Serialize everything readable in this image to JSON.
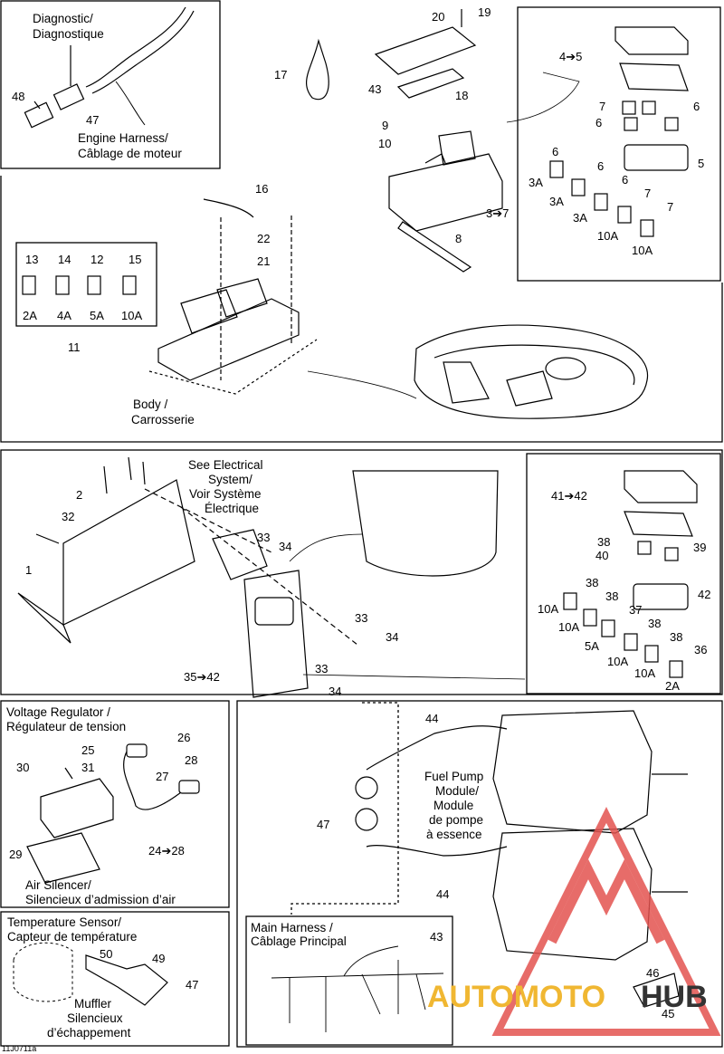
{
  "figure_code": "11J0711a",
  "watermark": {
    "left": "AUTOMOTO",
    "right": "HUB",
    "color_main": "#e3524f",
    "color_accent": "#f0b732"
  },
  "inset_diagnostic": {
    "title_line1": "Diagnostic/",
    "title_line2": "Diagnostique",
    "harness_line1": "Engine Harness/",
    "harness_line2": "Câblage de moteur",
    "part_48": "48",
    "part_47": "47"
  },
  "top_parts": {
    "p17": "17",
    "p19": "19",
    "p20": "20",
    "p43": "43",
    "p18": "18",
    "p9": "9",
    "p10": "10",
    "p8": "8",
    "p3to7": "3➔7"
  },
  "fuse_box_right": {
    "p4to5": "4➔5",
    "p7a": "7",
    "p6a": "6",
    "p6b": "6",
    "p5": "5",
    "p6c": "6",
    "p6d": "6",
    "p6e": "6",
    "p7b": "7",
    "p7c": "7",
    "r3a1": "3A",
    "r3a2": "3A",
    "r3a3": "3A",
    "r10a1": "10A",
    "r10a2": "10A"
  },
  "fuse_panel_left": {
    "items": [
      {
        "num": "13",
        "rating": "2A"
      },
      {
        "num": "14",
        "rating": "4A"
      },
      {
        "num": "12",
        "rating": "5A"
      },
      {
        "num": "15",
        "rating": "10A"
      }
    ]
  },
  "upper_main": {
    "p16": "16",
    "p22": "22",
    "p21": "21",
    "p11": "11",
    "body_line1": "Body /",
    "body_line2": "Carrosserie"
  },
  "middle": {
    "see_line1": "See Electrical",
    "see_line2": "System/",
    "see_line3": "Voir Système",
    "see_line4": "Électrique",
    "p2": "2",
    "p32": "32",
    "p1": "1",
    "p33a": "33",
    "p34a": "34",
    "p33b": "33",
    "p34b": "34",
    "p33c": "33",
    "p34c": "34",
    "p35to42": "35➔42"
  },
  "fuse_box_lower": {
    "p41to42": "41➔42",
    "p38a": "38",
    "p40": "40",
    "p39": "39",
    "p42": "42",
    "p38b": "38",
    "p38c": "38",
    "p37": "37",
    "p38d": "38",
    "p38e": "38",
    "p36": "36",
    "r10a1": "10A",
    "r10a2": "10A",
    "r5a": "5A",
    "r10a3": "10A",
    "r10a4": "10A",
    "r2a": "2A"
  },
  "regulator": {
    "title_line1": "Voltage Regulator /",
    "title_line2": "Régulateur de tension",
    "p26": "26",
    "p25": "25",
    "p30": "30",
    "p31": "31",
    "p28": "28",
    "p27": "27",
    "p29": "29",
    "p24to28": "24➔28",
    "air_line1": "Air Silencer/",
    "air_line2": "Silencieux d’admission d’air"
  },
  "temp_sensor": {
    "title_line1": "Temperature Sensor/",
    "title_line2": "Capteur de température",
    "p50": "50",
    "p49": "49",
    "p47": "47",
    "muffler_line1": "Muffler",
    "muffler_line2": "Silencieux",
    "muffler_line3": "d’échappement"
  },
  "engine": {
    "p44a": "44",
    "p44b": "44",
    "p47": "47",
    "pump_line1": "Fuel Pump",
    "pump_line2": "Module/",
    "pump_line3": "Module",
    "pump_line4": "de pompe",
    "pump_line5": "à essence",
    "main_line1": "Main Harness /",
    "main_line2": "Câblage Principal",
    "p43": "43",
    "p46": "46",
    "p45": "45"
  }
}
